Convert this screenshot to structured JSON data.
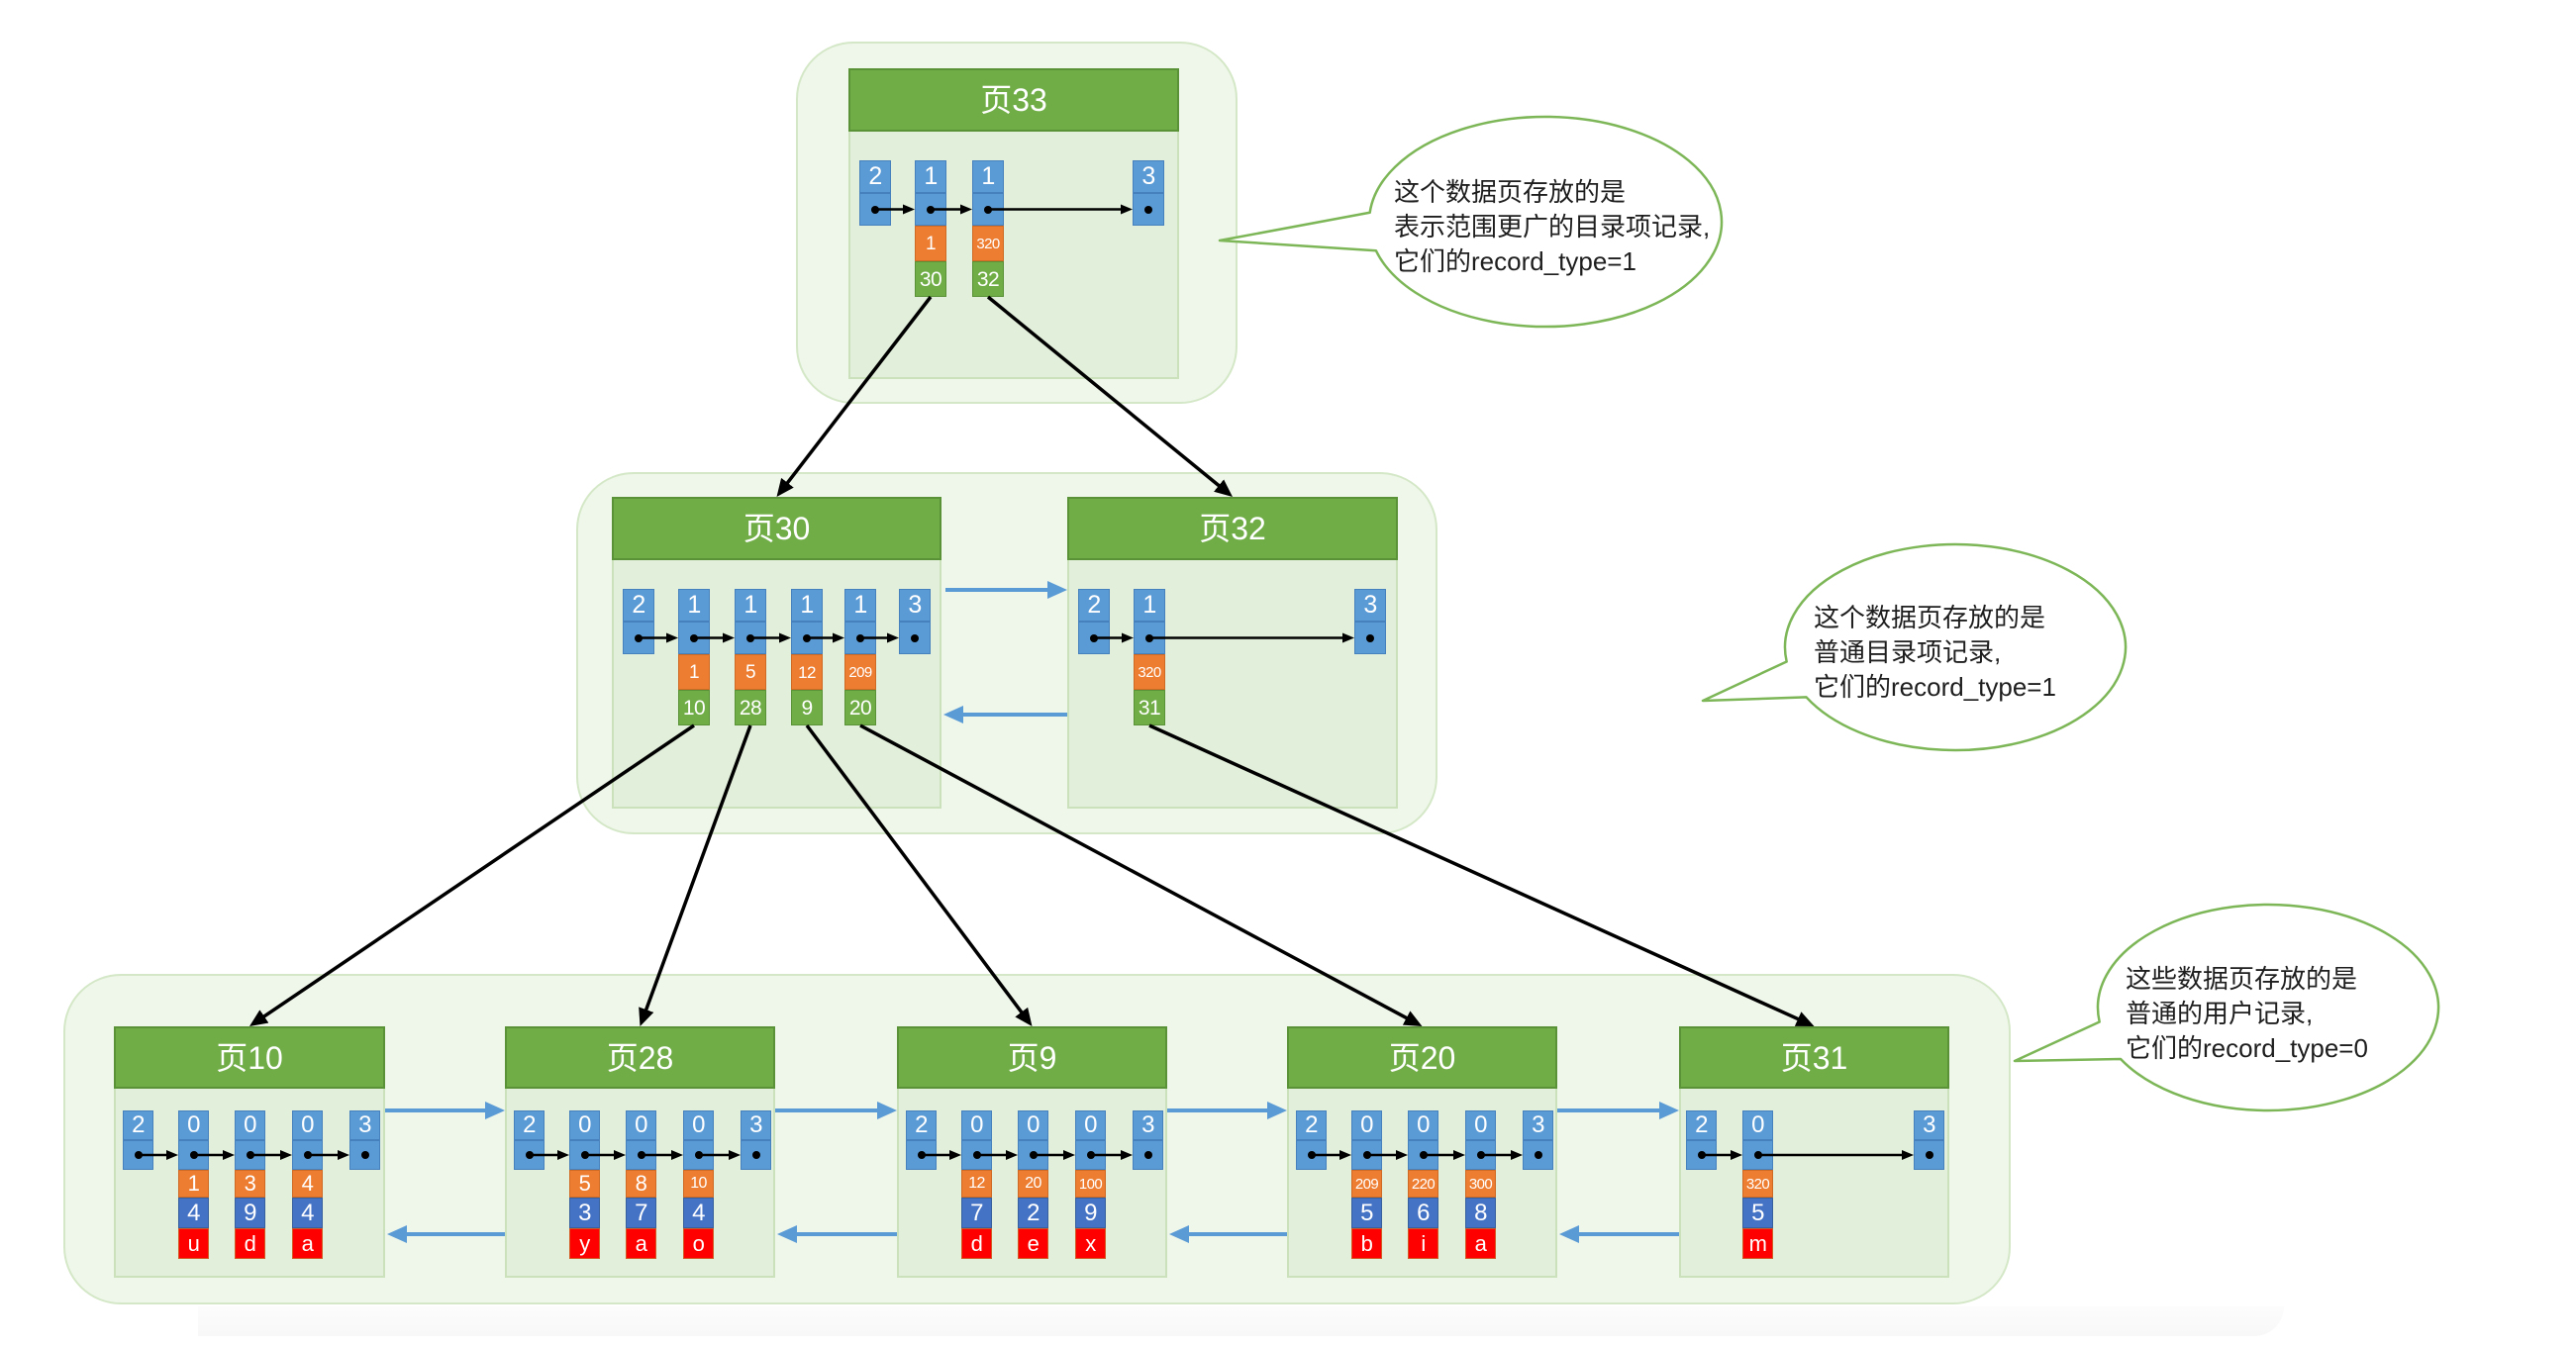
{
  "colors": {
    "page_header": "#70AD47",
    "page_body": "#E2EFDA",
    "level_group": "#EFF6EA",
    "record_header": "#5B9BD5",
    "primary_key": "#ED7D31",
    "child_page_no": "#70AD47",
    "user_column": "#4472C4",
    "user_value": "#FF0000",
    "page_link": "#5B9BD5",
    "pointer": "#000000",
    "callout_border": "#7CB657"
  },
  "levels": [
    {
      "pages": [
        {
          "title": "页33",
          "records": [
            {
              "record_type": "2"
            },
            {
              "record_type": "1",
              "key": "1",
              "page_no": "30"
            },
            {
              "record_type": "1",
              "key": "320",
              "page_no": "32"
            },
            {
              "record_type": "3"
            }
          ]
        }
      ]
    },
    {
      "pages": [
        {
          "title": "页30",
          "records": [
            {
              "record_type": "2"
            },
            {
              "record_type": "1",
              "key": "1",
              "page_no": "10"
            },
            {
              "record_type": "1",
              "key": "5",
              "page_no": "28"
            },
            {
              "record_type": "1",
              "key": "12",
              "page_no": "9"
            },
            {
              "record_type": "1",
              "key": "209",
              "page_no": "20"
            },
            {
              "record_type": "3"
            }
          ]
        },
        {
          "title": "页32",
          "records": [
            {
              "record_type": "2"
            },
            {
              "record_type": "1",
              "key": "320",
              "page_no": "31"
            },
            {
              "record_type": "3"
            }
          ]
        }
      ]
    },
    {
      "pages": [
        {
          "title": "页10",
          "records": [
            {
              "record_type": "2"
            },
            {
              "record_type": "0",
              "key": "1",
              "col2": "4",
              "col3": "u"
            },
            {
              "record_type": "0",
              "key": "3",
              "col2": "9",
              "col3": "d"
            },
            {
              "record_type": "0",
              "key": "4",
              "col2": "4",
              "col3": "a"
            },
            {
              "record_type": "3"
            }
          ]
        },
        {
          "title": "页28",
          "records": [
            {
              "record_type": "2"
            },
            {
              "record_type": "0",
              "key": "5",
              "col2": "3",
              "col3": "y"
            },
            {
              "record_type": "0",
              "key": "8",
              "col2": "7",
              "col3": "a"
            },
            {
              "record_type": "0",
              "key": "10",
              "col2": "4",
              "col3": "o"
            },
            {
              "record_type": "3"
            }
          ]
        },
        {
          "title": "页9",
          "records": [
            {
              "record_type": "2"
            },
            {
              "record_type": "0",
              "key": "12",
              "col2": "7",
              "col3": "d"
            },
            {
              "record_type": "0",
              "key": "20",
              "col2": "2",
              "col3": "e"
            },
            {
              "record_type": "0",
              "key": "100",
              "col2": "9",
              "col3": "x"
            },
            {
              "record_type": "3"
            }
          ]
        },
        {
          "title": "页20",
          "records": [
            {
              "record_type": "2"
            },
            {
              "record_type": "0",
              "key": "209",
              "col2": "5",
              "col3": "b"
            },
            {
              "record_type": "0",
              "key": "220",
              "col2": "6",
              "col3": "i"
            },
            {
              "record_type": "0",
              "key": "300",
              "col2": "8",
              "col3": "a"
            },
            {
              "record_type": "3"
            }
          ]
        },
        {
          "title": "页31",
          "records": [
            {
              "record_type": "2"
            },
            {
              "record_type": "0",
              "key": "320",
              "col2": "5",
              "col3": "m"
            },
            {
              "record_type": "3"
            }
          ]
        }
      ]
    }
  ],
  "callouts": [
    {
      "lines": [
        "这个数据页存放的是",
        "表示范围更广的目录项记录,",
        "它们的record_type=1"
      ]
    },
    {
      "lines": [
        "这个数据页存放的是",
        "普通目录项记录,",
        "它们的record_type=1"
      ]
    },
    {
      "lines": [
        "这些数据页存放的是",
        "普通的用户记录,",
        "它们的record_type=0"
      ]
    }
  ]
}
